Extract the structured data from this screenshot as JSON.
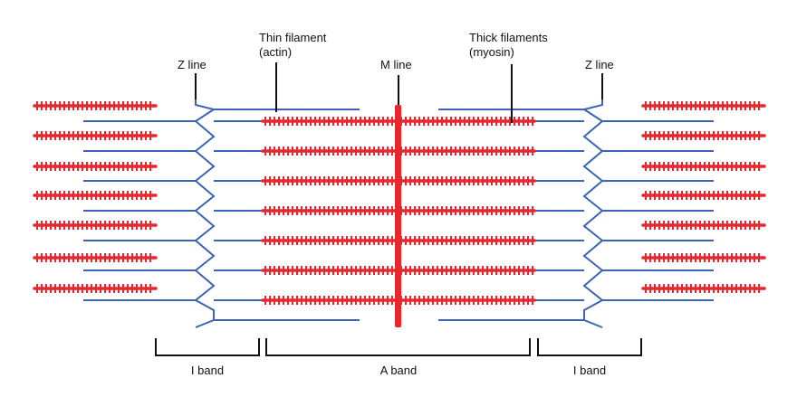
{
  "labels": {
    "z_line_left": "Z line",
    "thin_line1": "Thin filament",
    "thin_line2": "(actin)",
    "m_line": "M line",
    "thick_line1": "Thick filaments",
    "thick_line2": "(myosin)",
    "z_line_right": "Z line",
    "i_band_left": "I band",
    "a_band": "A band",
    "i_band_right": "I band"
  },
  "colors": {
    "actin": "#3b64b5",
    "myosin": "#e8262e",
    "m_line": "#e8262e",
    "text": "#111111",
    "bracket": "#111111"
  }
}
